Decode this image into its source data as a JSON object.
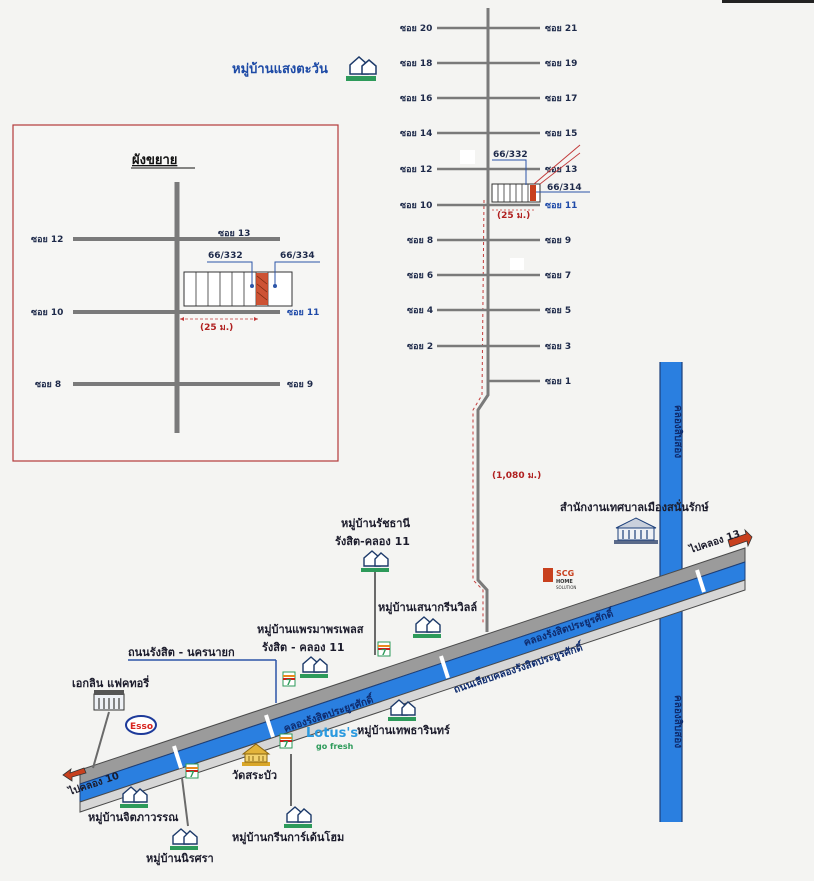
{
  "map": {
    "inset_title": "ผังขยาย",
    "village_top": "หมู่บ้านแสงตะวัน",
    "soi_left": [
      "ซอย 20",
      "ซอย 18",
      "ซอย 16",
      "ซอย 14",
      "ซอย 12",
      "ซอย 10",
      "ซอย 8",
      "ซอย 6",
      "ซอย 4",
      "ซอย 2"
    ],
    "soi_right": [
      "ซอย 21",
      "ซอย 19",
      "ซอย 17",
      "ซอย 15",
      "ซอย 13",
      "ซอย 11",
      "ซอย 9",
      "ซอย 7",
      "ซอย 5",
      "ซอย 3",
      "ซอย 1"
    ],
    "lot_a": "66/332",
    "lot_b": "66/314",
    "lot_c": "66/334",
    "dist_25": "(25 ม.)",
    "dist_1080": "(1,080 ม.)",
    "inset_soi": {
      "s12": "ซอย 12",
      "s13": "ซอย 13",
      "s10": "ซอย 10",
      "s11": "ซอย 11",
      "s8": "ซอย 8",
      "s9": "ซอย 9"
    },
    "places": {
      "office": "สำนักงานเทศบาลเมืองสนั่นรักษ์",
      "ratchathani_1": "หมู่บ้านรัชธานี",
      "ratchathani_2": "รังสิต-คลอง 11",
      "senagreen": "หมู่บ้านเสนากรีนวิลล์",
      "praemaphon_1": "หมู่บ้านแพรมาพรเพลส",
      "praemaphon_2": "รังสิต - คลอง 11",
      "road_main": "ถนนรังสิต - นครนายก",
      "factory": "เอกลิน แฟคทอรี่",
      "esso": "Esso",
      "lotus_1": "Lotus's",
      "lotus_2": "go fresh",
      "tepharin": "หมู่บ้านเทพธารินทร์",
      "watsrabua": "วัดสระบัว",
      "jitphawan": "หมู่บ้านจิตภาวรรณ",
      "nirisara": "หมู่บ้านนิรศรา",
      "greengarden": "หมู่บ้านกรีนการ์เด้นโฮม",
      "scg_1": "SCG",
      "scg_2": "HOME",
      "scg_3": "SOLUTION",
      "seven": "7"
    },
    "canal_main": "คลองรังสิตประยูรศักดิ์",
    "canal_main_2": "คลองรังสิตประยูรศักดิ์",
    "road_side": "ถนนเลียบคลองรังสิตประยูรศักดิ์",
    "canal_vertical": "คลองสิบสอง",
    "to_klong13": "ไปคลอง 13",
    "to_klong10": "ไปคลอง 10",
    "colors": {
      "canal": "#2a7fe0",
      "road": "#8e8e8e",
      "soi_road": "#7a7a7a",
      "inset_border": "#b33a3a",
      "lot_red": "#c8401e",
      "pointer": "#2c55a8"
    }
  }
}
